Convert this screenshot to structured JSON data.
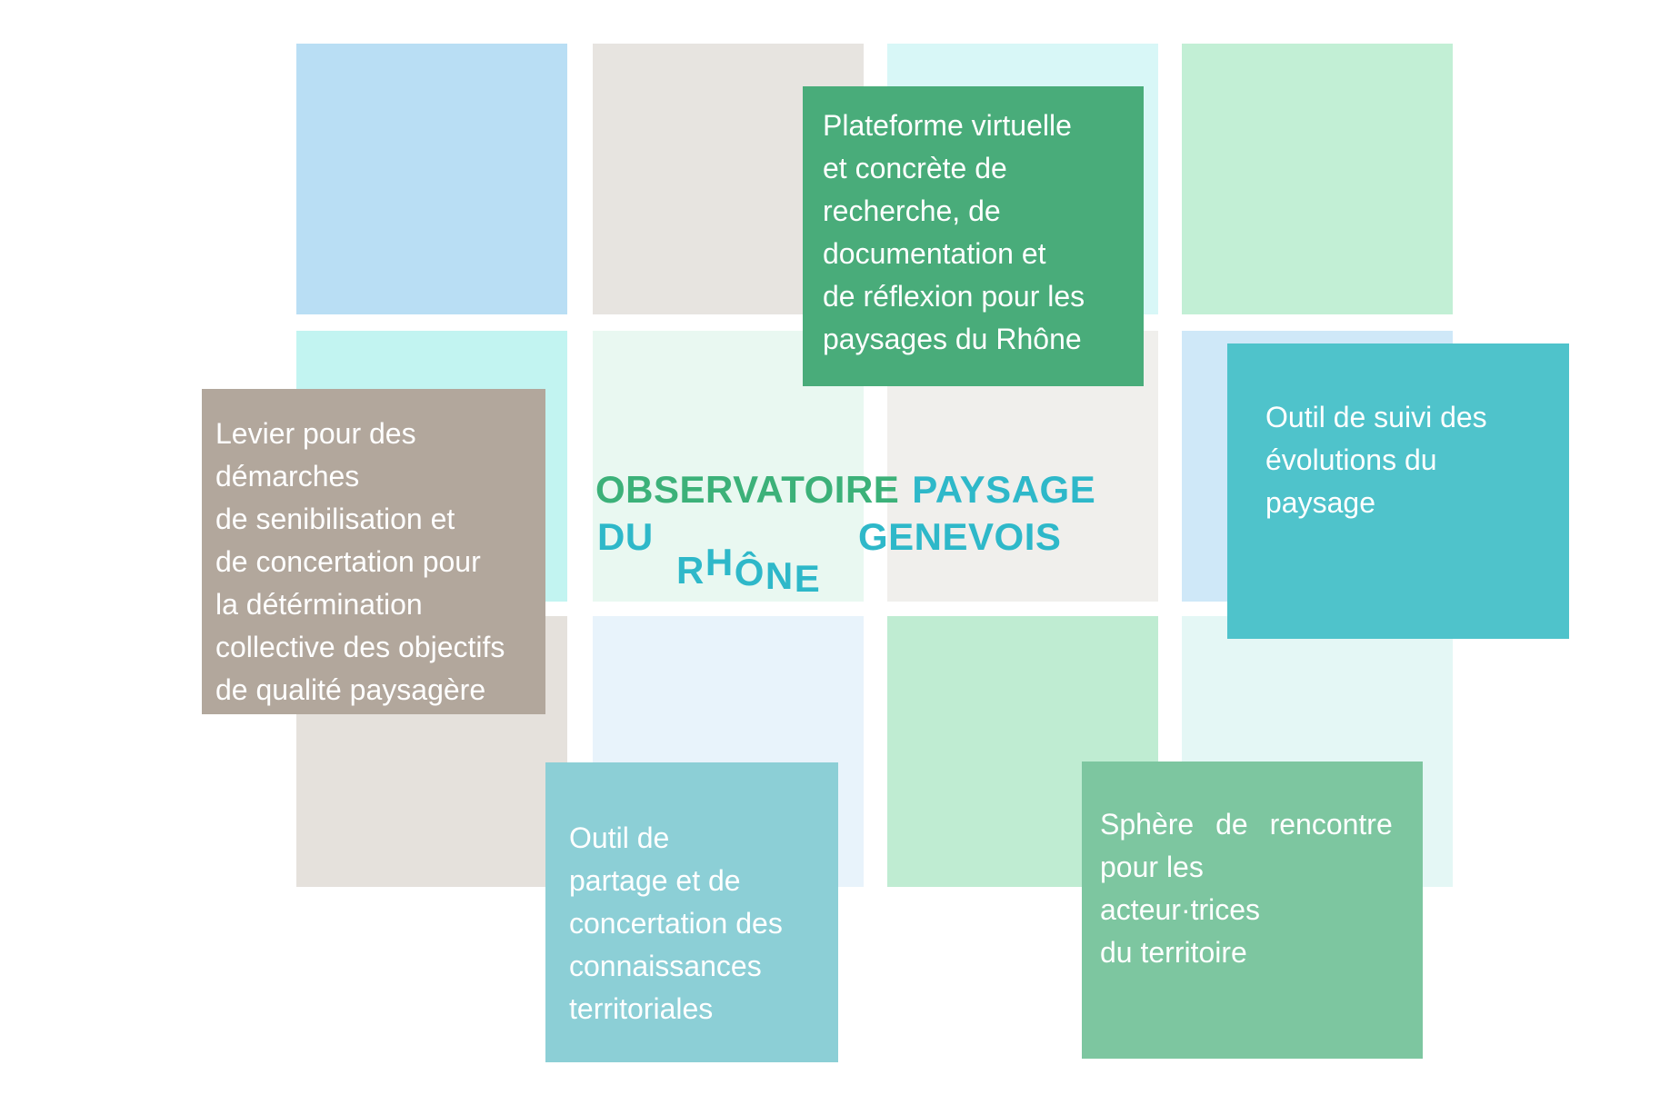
{
  "title": "Observatoire Paysage du Rhône Genevois",
  "logo": {
    "word_observatoire": "OBSERVATOIRE",
    "word_paysage": "PAYSAGE",
    "word_du": "DU",
    "word_rhone_letters": [
      "R",
      "H",
      "Ô",
      "N",
      "E"
    ],
    "word_genevois": "GENEVOIS",
    "color_green": "#3cb179",
    "color_teal": "#2eb8c9"
  },
  "tiles": [
    {
      "name": "tile-blue-light",
      "row": 1,
      "col": 1,
      "color": "#b9def4"
    },
    {
      "name": "tile-beige-warm",
      "row": 1,
      "col": 2,
      "color": "#e7e4e0"
    },
    {
      "name": "tile-cyan-pale",
      "row": 1,
      "col": 3,
      "color": "#d8f7f7"
    },
    {
      "name": "tile-mint",
      "row": 1,
      "col": 4,
      "color": "#c2efd5"
    },
    {
      "name": "tile-cyan-bright",
      "row": 2,
      "col": 1,
      "color": "#c2f4f1"
    },
    {
      "name": "tile-mint-pale",
      "row": 2,
      "col": 2,
      "color": "#e9f8f1"
    },
    {
      "name": "tile-gray-light",
      "row": 2,
      "col": 3,
      "color": "#f0efec"
    },
    {
      "name": "tile-blue-soft",
      "row": 2,
      "col": 4,
      "color": "#cfe8f8"
    },
    {
      "name": "tile-beige-gray",
      "row": 3,
      "col": 1,
      "color": "#e5e1dc"
    },
    {
      "name": "tile-blue-pale",
      "row": 3,
      "col": 2,
      "color": "#e8f3fb"
    },
    {
      "name": "tile-mint-medium",
      "row": 3,
      "col": 3,
      "color": "#bfecd2"
    },
    {
      "name": "tile-cyan-palest",
      "row": 3,
      "col": 4,
      "color": "#e4f7f5"
    }
  ],
  "callouts": [
    {
      "id": "plateforme",
      "color": "#49ac7a",
      "text_color": "#ffffff",
      "lines": [
        "Plateforme virtuelle",
        "et concrète de",
        "recherche, de",
        "documentation et",
        "de réflexion pour les",
        "paysages du Rhône"
      ]
    },
    {
      "id": "levier",
      "color": "#b2a79c",
      "text_color": "#ffffff",
      "lines": [
        "Levier pour des",
        "démarches",
        "de senibilisation et",
        "de concertation pour",
        "la détérmination",
        "collective des objectifs",
        "de qualité paysagère"
      ]
    },
    {
      "id": "suivi",
      "color": "#4fc3cb",
      "text_color": "#ffffff",
      "lines": [
        "Outil de suivi des",
        "évolutions du",
        "paysage"
      ]
    },
    {
      "id": "partage",
      "color": "#8ccfd6",
      "text_color": "#ffffff",
      "lines": [
        "Outil de",
        "partage et de",
        "concertation des",
        "connaissances",
        "territoriales"
      ]
    },
    {
      "id": "sphere",
      "color": "#7dc6a0",
      "text_color": "#ffffff",
      "lines": [
        "Sphère de rencontre",
        "pour les",
        "acteur·trices",
        "du territoire"
      ]
    }
  ]
}
